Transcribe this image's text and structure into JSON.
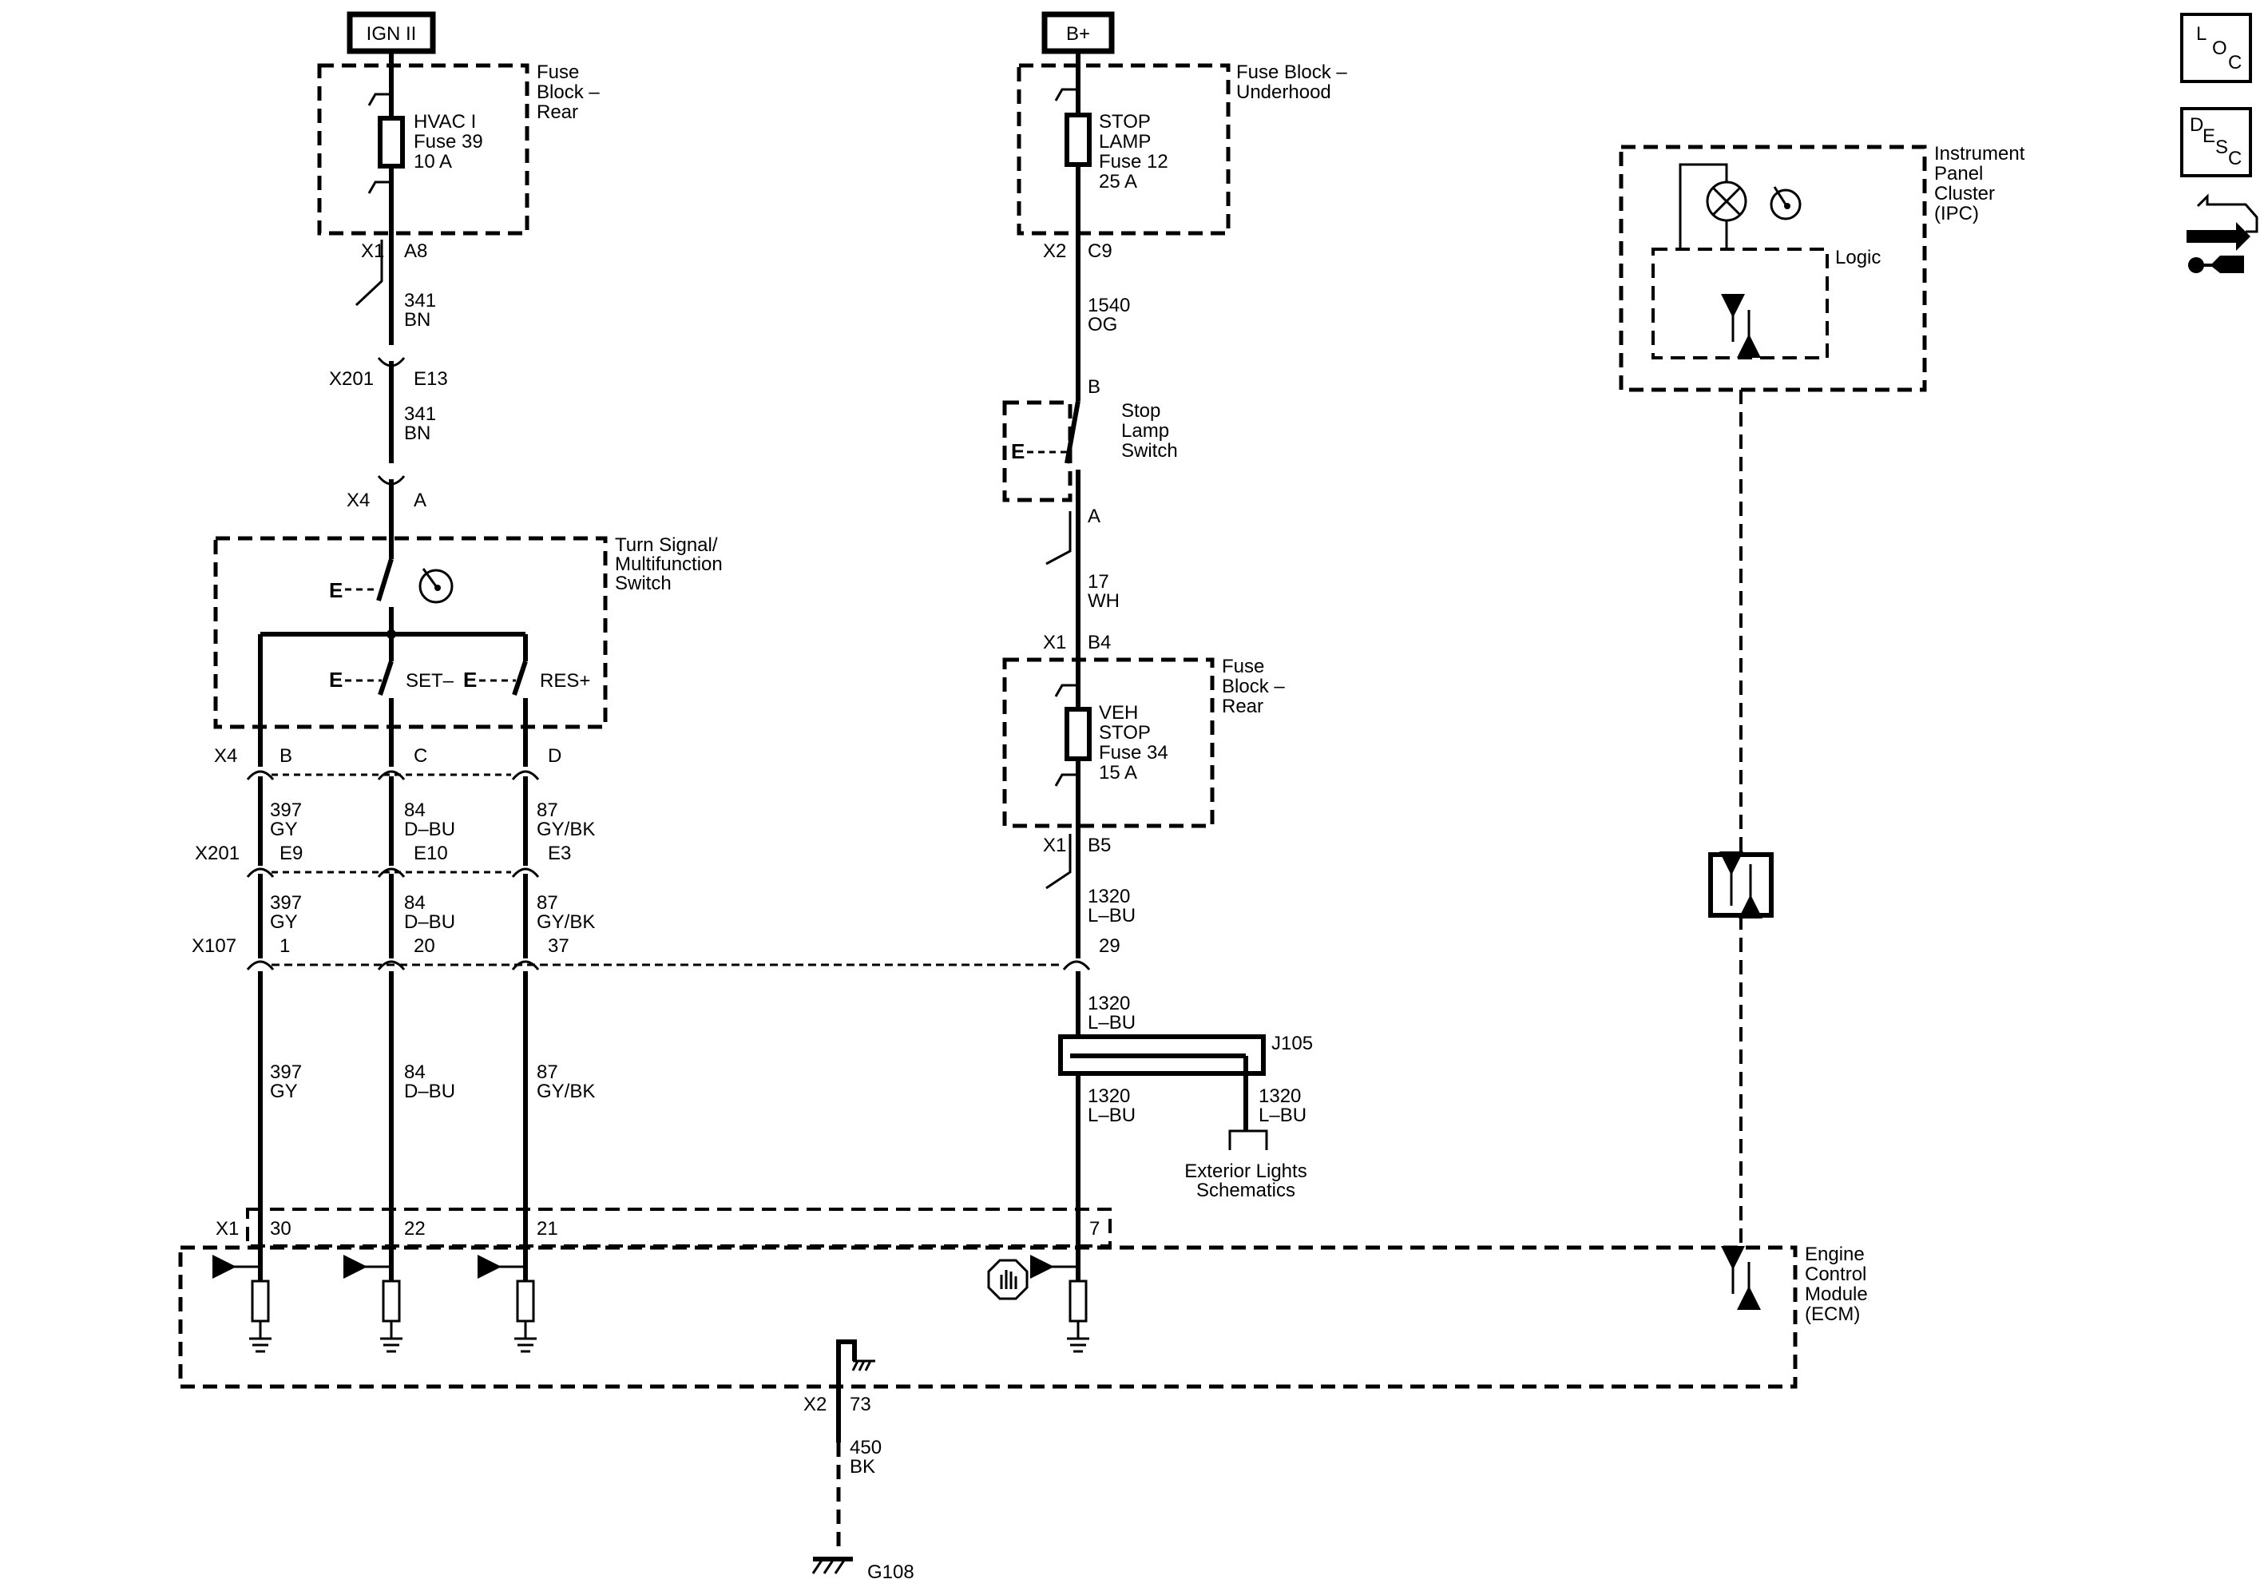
{
  "power": {
    "ign": "IGN II",
    "bplus": "B+"
  },
  "fuse_rear_top": {
    "title": [
      "Fuse",
      "Block –",
      "Rear"
    ],
    "fuse": [
      "HVAC I",
      "Fuse 39",
      "10 A"
    ],
    "conn": "X1",
    "pin": "A8"
  },
  "fuse_underhood": {
    "title": [
      "Fuse Block –",
      "Underhood"
    ],
    "fuse": [
      "STOP",
      "LAMP",
      "Fuse 12",
      "25 A"
    ],
    "conn": "X2",
    "pin": "C9"
  },
  "left_chain": {
    "w1": [
      "341",
      "BN"
    ],
    "x201_conn": "X201",
    "x201_pin": "E13",
    "w2": [
      "341",
      "BN"
    ],
    "x4_conn": "X4",
    "x4_pin": "A"
  },
  "turn_switch": {
    "title": [
      "Turn Signal/",
      "Multifunction",
      "Switch"
    ],
    "set": "SET–",
    "res": "RES+"
  },
  "x4_bottom": {
    "conn": "X4",
    "pins": [
      "B",
      "C",
      "D"
    ]
  },
  "wires_a": [
    [
      "397",
      "GY"
    ],
    [
      "84",
      "D–BU"
    ],
    [
      "87",
      "GY/BK"
    ]
  ],
  "x201_bottom": {
    "conn": "X201",
    "pins": [
      "E9",
      "E10",
      "E3"
    ]
  },
  "wires_b": [
    [
      "397",
      "GY"
    ],
    [
      "84",
      "D–BU"
    ],
    [
      "87",
      "GY/BK"
    ]
  ],
  "x107": {
    "conn": "X107",
    "pins": [
      "1",
      "20",
      "37",
      "29"
    ]
  },
  "wires_c": [
    [
      "397",
      "GY"
    ],
    [
      "84",
      "D–BU"
    ],
    [
      "87",
      "GY/BK"
    ]
  ],
  "ecm_x1": {
    "conn": "X1",
    "pins": [
      "30",
      "22",
      "21",
      "7"
    ]
  },
  "stop_chain": {
    "w1": [
      "1540",
      "OG"
    ],
    "pin_b": "B",
    "switch_title": [
      "Stop",
      "Lamp",
      "Switch"
    ],
    "pin_a": "A",
    "w2": [
      "17",
      "WH"
    ],
    "b4_conn": "X1",
    "b4_pin": "B4",
    "fuse_title": [
      "Fuse",
      "Block –",
      "Rear"
    ],
    "fuse": [
      "VEH",
      "STOP",
      "Fuse 34",
      "15 A"
    ],
    "b5_conn": "X1",
    "b5_pin": "B5",
    "w3": [
      "1320",
      "L–BU"
    ],
    "w4": [
      "1320",
      "L–BU"
    ],
    "splice": "J105",
    "w5": [
      "1320",
      "L–BU"
    ],
    "w6": [
      "1320",
      "L–BU"
    ],
    "ext": [
      "Exterior Lights",
      "Schematics"
    ]
  },
  "ipc": {
    "title": [
      "Instrument",
      "Panel",
      "Cluster",
      "(IPC)"
    ],
    "logic": "Logic"
  },
  "ecm": {
    "title": [
      "Engine",
      "Control",
      "Module",
      "(ECM)"
    ]
  },
  "ground": {
    "conn": "X2",
    "pin": "73",
    "wire": [
      "450",
      "BK"
    ],
    "g": "G108"
  },
  "side_icons": {
    "loc": [
      "L",
      "O",
      "C"
    ],
    "desc": [
      "D",
      "E",
      "S",
      "C"
    ]
  },
  "icons": {
    "connector_tool": "connector-tool-icon",
    "hand_stop": "hand-stop-icon",
    "speedometer": "speedometer-icon",
    "lamp": "lamp-icon",
    "comm": "bidirectional-arrow-icon"
  }
}
